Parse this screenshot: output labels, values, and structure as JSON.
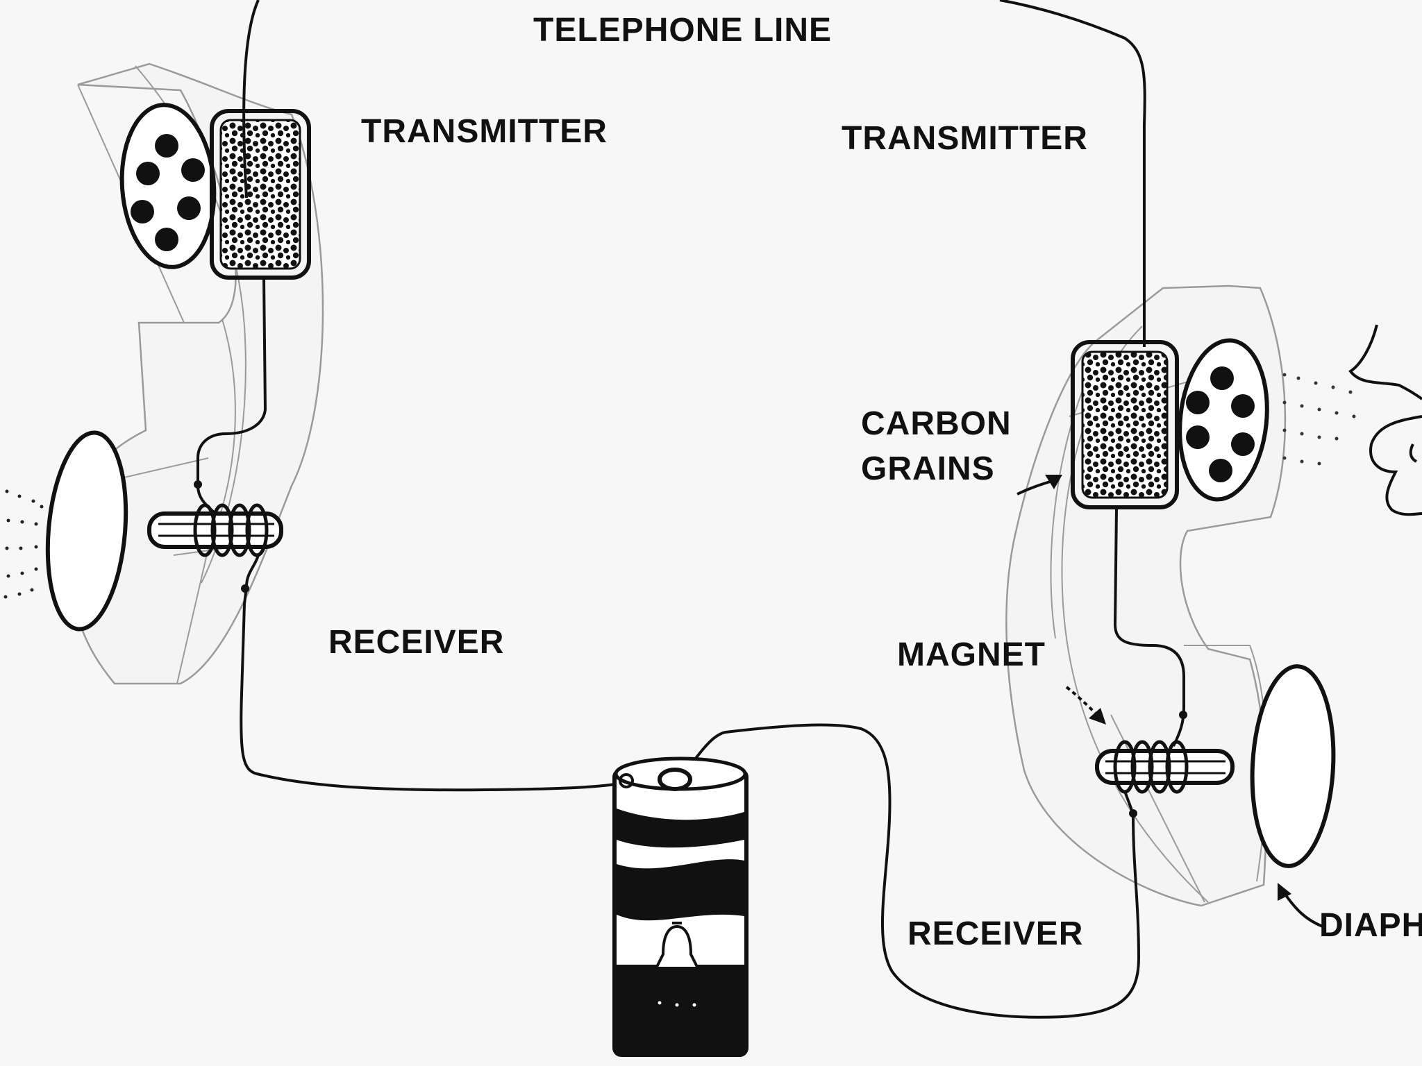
{
  "labels": {
    "telephone_line": "TELEPHONE LINE",
    "transmitter_left": "TRANSMITTER",
    "transmitter_right": "TRANSMITTER",
    "carbon_grains_line1": "CARBON",
    "carbon_grains_line2": "GRAINS",
    "receiver_left": "RECEIVER",
    "receiver_right": "RECEIVER",
    "magnet": "MAGNET",
    "diaphragm": "DIAPH"
  },
  "colors": {
    "background": "#f7f7f7",
    "ink": "#111111",
    "handset_outline": "#9a9a9a"
  },
  "icons": {
    "battery": "bell-battery-icon",
    "speaker": "speaker-holes-icon",
    "carbon": "carbon-grains-icon",
    "magnet_coil": "magnet-coil-icon"
  }
}
